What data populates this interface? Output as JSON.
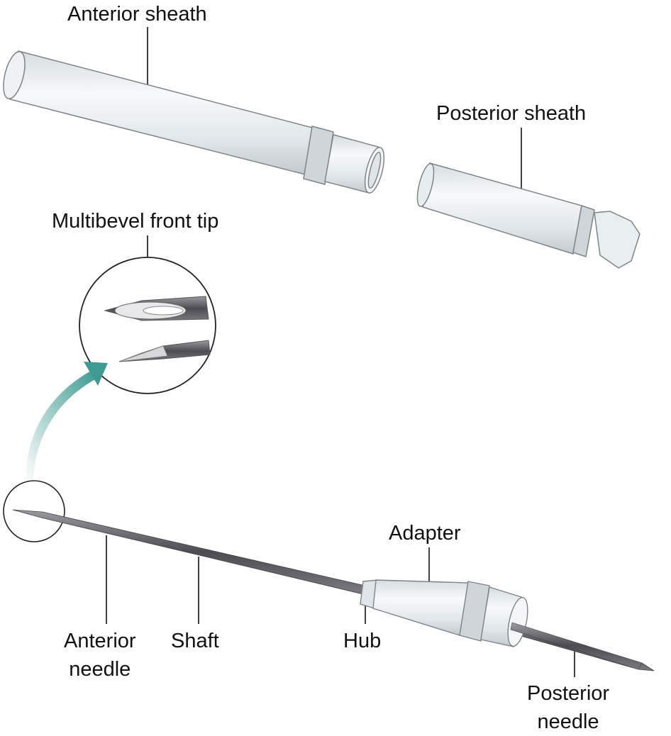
{
  "labels": {
    "anterior_sheath": "Anterior sheath",
    "posterior_sheath": "Posterior sheath",
    "multibevel_tip": "Multibevel front tip",
    "adapter": "Adapter",
    "anterior_needle_line1": "Anterior",
    "anterior_needle_line2": "needle",
    "shaft": "Shaft",
    "hub": "Hub",
    "posterior_needle_line1": "Posterior",
    "posterior_needle_line2": "needle"
  },
  "colors": {
    "arrow": "#4aa39c",
    "metal": "#6a6a70",
    "plastic": "#e4e9ec",
    "outline": "#7d858a"
  }
}
